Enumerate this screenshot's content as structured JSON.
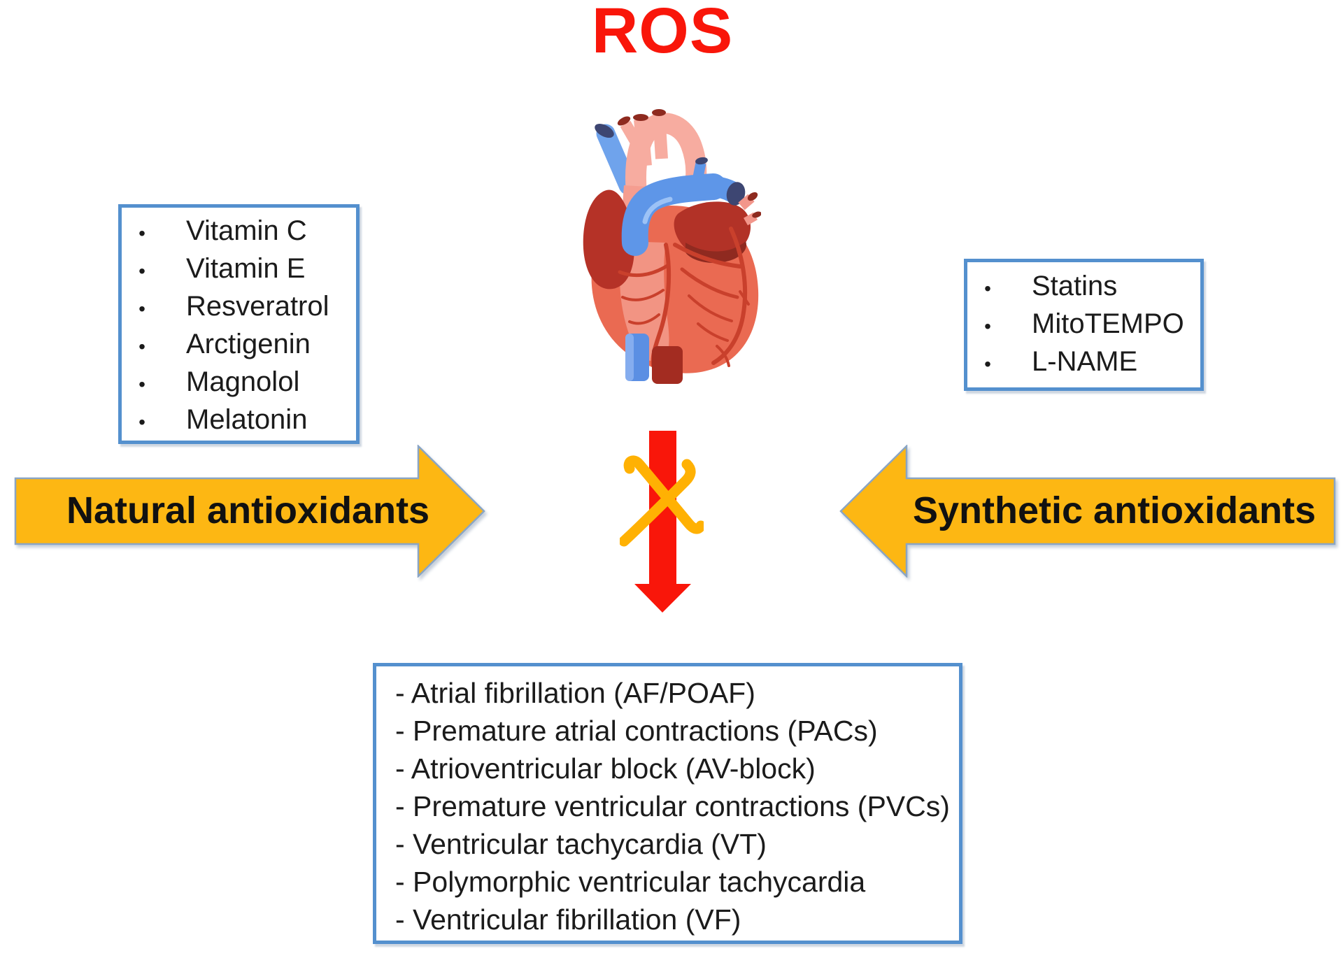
{
  "title": {
    "text": "ROS"
  },
  "boxes": {
    "natural": {
      "bullet_char": "•",
      "items": [
        "Vitamin C",
        "Vitamin E",
        "Resveratrol",
        "Arctigenin",
        "Magnolol",
        "Melatonin"
      ]
    },
    "synthetic": {
      "bullet_char": "•",
      "items": [
        "Statins",
        "MitoTEMPO",
        "L-NAME"
      ]
    },
    "outcomes": {
      "items": [
        "- Atrial fibrillation (AF/POAF)",
        "- Premature atrial contractions (PACs)",
        "- Atrioventricular block (AV-block)",
        "- Premature ventricular contractions (PVCs)",
        "- Ventricular tachycardia (VT)",
        "- Polymorphic ventricular tachycardia",
        "- Ventricular fibrillation (VF)"
      ]
    }
  },
  "arrows": {
    "natural_label": "Natural antioxidants",
    "synthetic_label": "Synthetic antioxidants"
  },
  "icons": {
    "heart": "anatomical-heart",
    "blocked_arrow": "red-down-arrow-crossed-out"
  },
  "colors": {
    "ros-red": "#f9160a",
    "arrow-gold": "#fdb713",
    "arrow-outline": "#8aa5c4",
    "box-blue": "#5490ce",
    "cross-orange": "#ffb103",
    "text-dark": "#1b1b1b"
  }
}
